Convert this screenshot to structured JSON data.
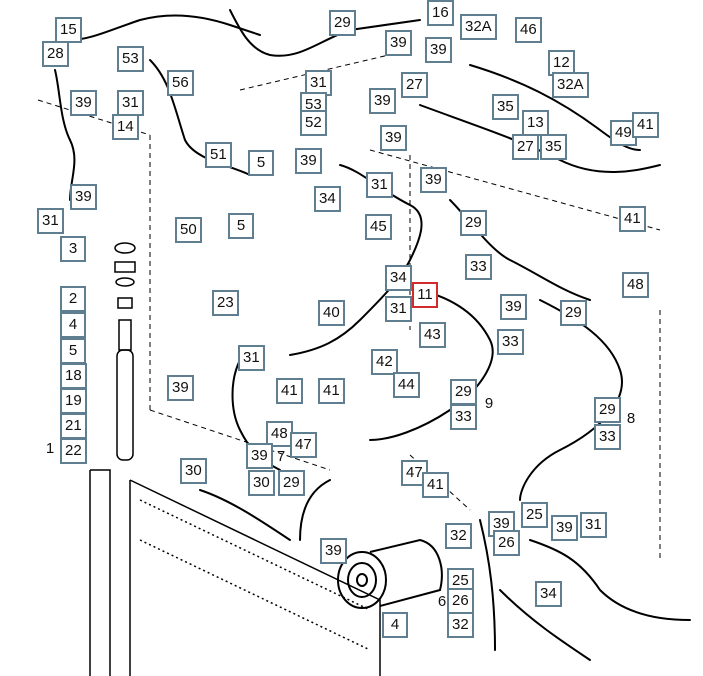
{
  "diagram": {
    "highlight_color": "#d12b2b",
    "callout_border_color": "#5f7e90",
    "callouts": [
      {
        "id": "c01",
        "text": "15"
      },
      {
        "id": "c02",
        "text": "28"
      },
      {
        "id": "c03",
        "text": "53"
      },
      {
        "id": "c04",
        "text": "56"
      },
      {
        "id": "c05",
        "text": "29"
      },
      {
        "id": "c06",
        "text": "16"
      },
      {
        "id": "c07",
        "text": "32A"
      },
      {
        "id": "c08",
        "text": "46"
      },
      {
        "id": "c09",
        "text": "39"
      },
      {
        "id": "c10",
        "text": "39"
      },
      {
        "id": "c11",
        "text": "12"
      },
      {
        "id": "c12",
        "text": "32A"
      },
      {
        "id": "c13",
        "text": "39"
      },
      {
        "id": "c14",
        "text": "31"
      },
      {
        "id": "c15",
        "text": "14"
      },
      {
        "id": "c16",
        "text": "31"
      },
      {
        "id": "c17",
        "text": "53"
      },
      {
        "id": "c18",
        "text": "52"
      },
      {
        "id": "c19",
        "text": "39"
      },
      {
        "id": "c20",
        "text": "27"
      },
      {
        "id": "c21",
        "text": "35"
      },
      {
        "id": "c22",
        "text": "13"
      },
      {
        "id": "c23",
        "text": "27"
      },
      {
        "id": "c24",
        "text": "35"
      },
      {
        "id": "c25",
        "text": "49"
      },
      {
        "id": "c26",
        "text": "41"
      },
      {
        "id": "c27",
        "text": "5"
      },
      {
        "id": "c28",
        "text": "39"
      },
      {
        "id": "c29",
        "text": "51"
      },
      {
        "id": "c30",
        "text": "39"
      },
      {
        "id": "c31",
        "text": "39"
      },
      {
        "id": "c32",
        "text": "31"
      },
      {
        "id": "c33",
        "text": "34"
      },
      {
        "id": "c34",
        "text": "39"
      },
      {
        "id": "c35",
        "text": "31"
      },
      {
        "id": "c36",
        "text": "50"
      },
      {
        "id": "c37",
        "text": "5"
      },
      {
        "id": "c38",
        "text": "45"
      },
      {
        "id": "c39",
        "text": "29"
      },
      {
        "id": "c40",
        "text": "41"
      },
      {
        "id": "c41",
        "text": "3"
      },
      {
        "id": "c42",
        "text": "33"
      },
      {
        "id": "c43",
        "text": "48"
      },
      {
        "id": "c44",
        "text": "34"
      },
      {
        "id": "c45",
        "text": "11"
      },
      {
        "id": "c46",
        "text": "2"
      },
      {
        "id": "c47",
        "text": "23"
      },
      {
        "id": "c48",
        "text": "31"
      },
      {
        "id": "c49",
        "text": "40"
      },
      {
        "id": "c50",
        "text": "39"
      },
      {
        "id": "c51",
        "text": "29"
      },
      {
        "id": "c52",
        "text": "4"
      },
      {
        "id": "c53",
        "text": "43"
      },
      {
        "id": "c54",
        "text": "33"
      },
      {
        "id": "c55",
        "text": "5"
      },
      {
        "id": "c56",
        "text": "31"
      },
      {
        "id": "c57",
        "text": "42"
      },
      {
        "id": "c58",
        "text": "18"
      },
      {
        "id": "c59",
        "text": "44"
      },
      {
        "id": "c60",
        "text": "39"
      },
      {
        "id": "c61",
        "text": "41"
      },
      {
        "id": "c62",
        "text": "41"
      },
      {
        "id": "c63",
        "text": "19"
      },
      {
        "id": "c64",
        "text": "29"
      },
      {
        "id": "c65",
        "text": "9"
      },
      {
        "id": "c66",
        "text": "33"
      },
      {
        "id": "c67",
        "text": "29"
      },
      {
        "id": "c68",
        "text": "21"
      },
      {
        "id": "c69",
        "text": "48"
      },
      {
        "id": "c70",
        "text": "47"
      },
      {
        "id": "c71",
        "text": "8"
      },
      {
        "id": "c72",
        "text": "33"
      },
      {
        "id": "c73",
        "text": "1"
      },
      {
        "id": "c74",
        "text": "22"
      },
      {
        "id": "c75",
        "text": "39"
      },
      {
        "id": "c76",
        "text": "7"
      },
      {
        "id": "c77",
        "text": "47"
      },
      {
        "id": "c78",
        "text": "30"
      },
      {
        "id": "c79",
        "text": "30"
      },
      {
        "id": "c80",
        "text": "29"
      },
      {
        "id": "c81",
        "text": "41"
      },
      {
        "id": "c82",
        "text": "25"
      },
      {
        "id": "c83",
        "text": "39"
      },
      {
        "id": "c84",
        "text": "39"
      },
      {
        "id": "c85",
        "text": "31"
      },
      {
        "id": "c86",
        "text": "32"
      },
      {
        "id": "c87",
        "text": "26"
      },
      {
        "id": "c88",
        "text": "39"
      },
      {
        "id": "c89",
        "text": "25"
      },
      {
        "id": "c90",
        "text": "34"
      },
      {
        "id": "c91",
        "text": "6"
      },
      {
        "id": "c92",
        "text": "26"
      },
      {
        "id": "c93",
        "text": "4"
      },
      {
        "id": "c94",
        "text": "32"
      }
    ]
  }
}
